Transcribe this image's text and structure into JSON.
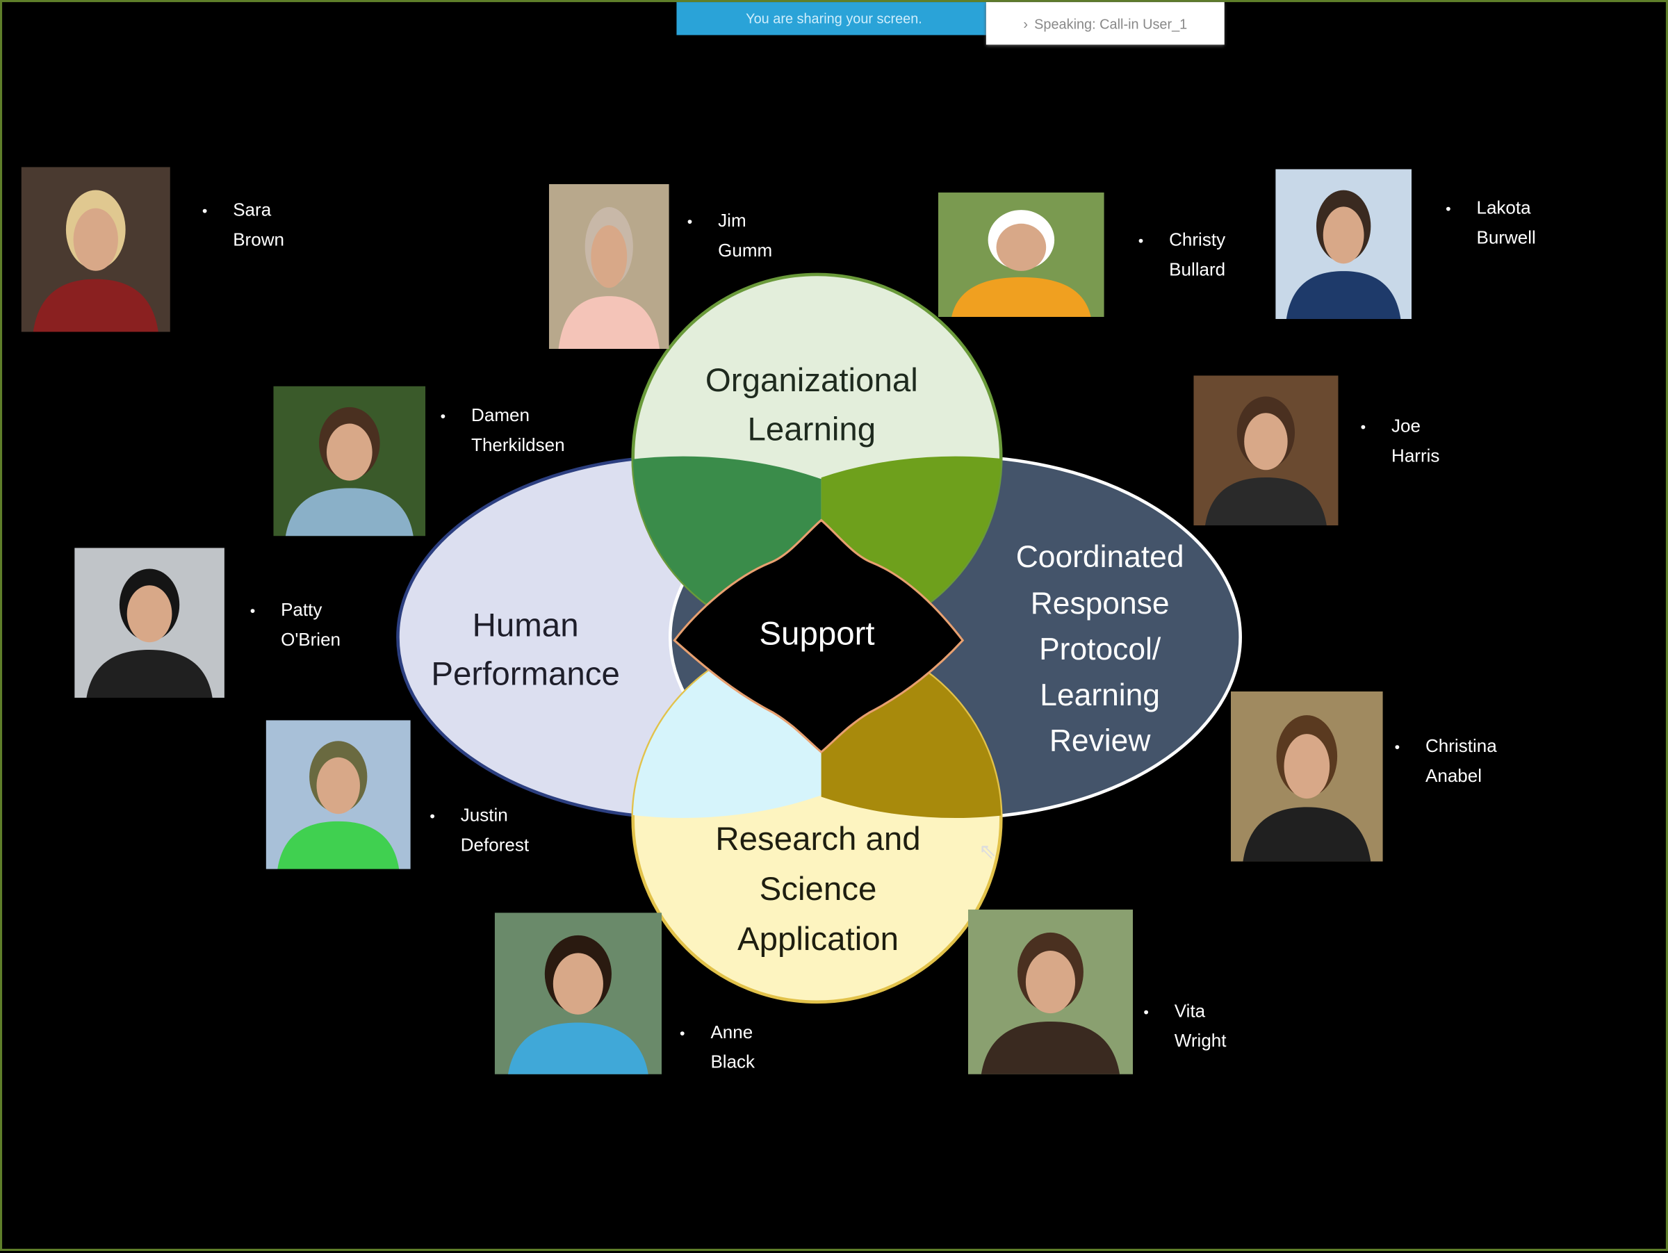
{
  "meeting": {
    "share_banner": "You are sharing your screen.",
    "speaking": "Speaking: Call-in User_1",
    "speaking_icon": "chevron-right-icon"
  },
  "venn": {
    "top": [
      "Organizational",
      "Learning"
    ],
    "left": [
      "Human",
      "Performance"
    ],
    "right": [
      "Coordinated",
      "Response",
      "Protocol/",
      "Learning",
      "Review"
    ],
    "bottom": [
      "Research and",
      "Science",
      "Application"
    ],
    "center": "Support",
    "colors": {
      "top": "#e3eedb",
      "left": "#dcdff0",
      "right": "#44546a",
      "bottom": "#fdf4c0",
      "top_left": "#3a8c4a",
      "top_right": "#6ea01c",
      "bottom_left": "#d6f4fb",
      "bottom_right": "#a88a0c"
    }
  },
  "people": [
    {
      "first": "Sara",
      "last": "Brown",
      "bg": "#4a3a30",
      "shirt": "#8a2020",
      "hair": "#e0c890"
    },
    {
      "first": "Jim",
      "last": "Gumm",
      "bg": "#b8a88c",
      "shirt": "#f4c4b8",
      "hair": "#c8b8a8"
    },
    {
      "first": "Christy",
      "last": "Bullard",
      "bg": "#7a9a50",
      "shirt": "#f0a020",
      "hair": "#ffffff"
    },
    {
      "first": "Lakota",
      "last": "Burwell",
      "bg": "#c8d8e8",
      "shirt": "#1e3a6a",
      "hair": "#3a2a20"
    },
    {
      "first": "Damen",
      "last": "Therkildsen",
      "bg": "#3a5a2a",
      "shirt": "#8ab0c8",
      "hair": "#4a3020"
    },
    {
      "first": "Joe",
      "last": "Harris",
      "bg": "#6a4a30",
      "shirt": "#2a2a2a",
      "hair": "#4a3020"
    },
    {
      "first": "Patty",
      "last": "O'Brien",
      "bg": "#c0c4c8",
      "shirt": "#202020",
      "hair": "#151515"
    },
    {
      "first": "Justin",
      "last": "Deforest",
      "bg": "#a8c0d8",
      "shirt": "#40d050",
      "hair": "#6a6a40"
    },
    {
      "first": "Christina",
      "last": "Anabel",
      "bg": "#a08a60",
      "shirt": "#202020",
      "hair": "#5a3a20"
    },
    {
      "first": "Anne",
      "last": "Black",
      "bg": "#6a8a6a",
      "shirt": "#40a8d8",
      "hair": "#2a1a10"
    },
    {
      "first": "Vita",
      "last": "Wright",
      "bg": "#8aa070",
      "shirt": "#3a2a20",
      "hair": "#4a3020"
    }
  ]
}
